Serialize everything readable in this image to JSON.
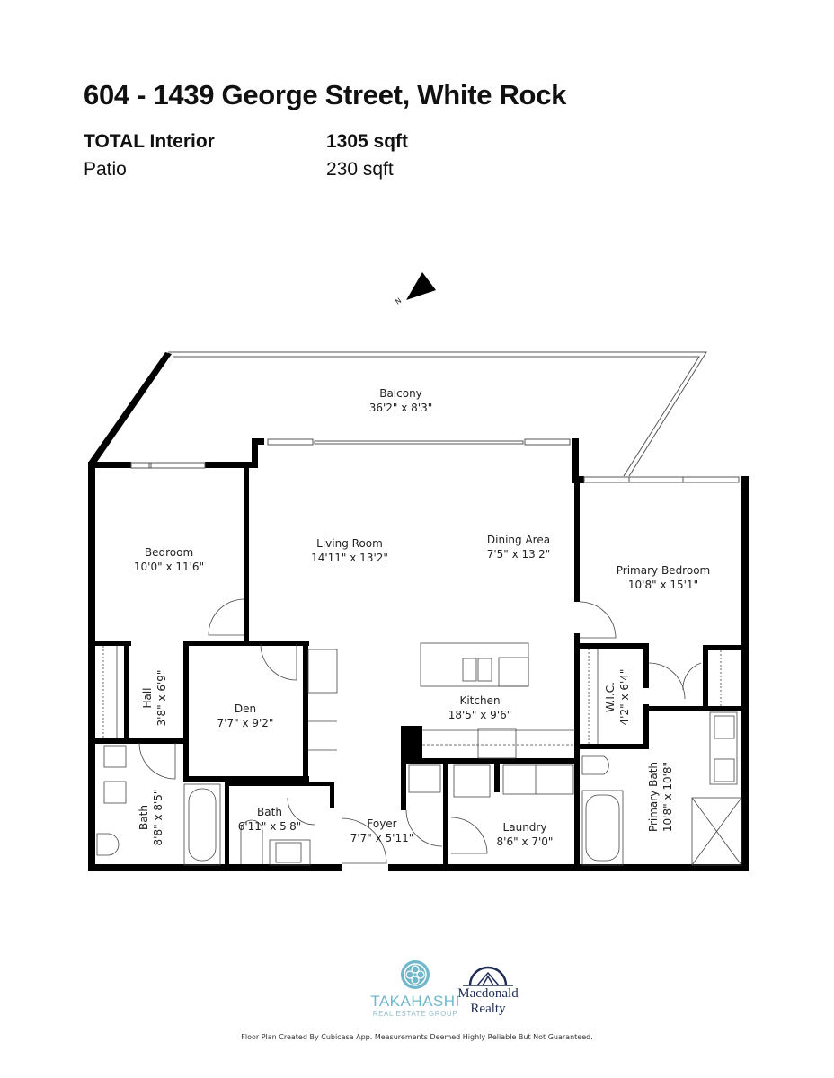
{
  "header": {
    "title": "604 - 1439 George Street, White Rock",
    "areas": [
      {
        "label": "TOTAL Interior",
        "value": "1305 sqft",
        "bold": true
      },
      {
        "label": "Patio",
        "value": "230 sqft",
        "bold": false
      }
    ]
  },
  "compass": {
    "label": "N",
    "icon": "north-arrow-icon"
  },
  "rooms": [
    {
      "name": "Balcony",
      "dims": "36'2\" x 8'3\""
    },
    {
      "name": "Bedroom",
      "dims": "10'0\" x 11'6\""
    },
    {
      "name": "Living Room",
      "dims": "14'11\" x 13'2\""
    },
    {
      "name": "Dining Area",
      "dims": "7'5\" x 13'2\""
    },
    {
      "name": "Primary Bedroom",
      "dims": "10'8\" x 15'1\""
    },
    {
      "name": "Hall",
      "dims": "3'8\" x 6'9\""
    },
    {
      "name": "Den",
      "dims": "7'7\" x 9'2\""
    },
    {
      "name": "Kitchen",
      "dims": "18'5\" x 9'6\""
    },
    {
      "name": "W.I.C.",
      "dims": "4'2\" x 6'4\""
    },
    {
      "name": "Bath",
      "dims": "8'8\" x 8'5\""
    },
    {
      "name": "Bath",
      "dims": "6'11\" x 5'8\""
    },
    {
      "name": "Foyer",
      "dims": "7'7\" x 5'11\""
    },
    {
      "name": "Laundry",
      "dims": "8'6\" x 7'0\""
    },
    {
      "name": "Primary Bath",
      "dims": "10'8\" x 10'8\""
    }
  ],
  "logos": {
    "takahashi": {
      "name": "TAKAHASHI",
      "sub": "REAL ESTATE GROUP",
      "color": "#6fb7c9"
    },
    "macdonald": {
      "name": "Macdonald",
      "sub": "Realty",
      "color": "#1f2d55"
    }
  },
  "footer": "Floor Plan Created By Cubicasa App. Measurements Deemed Highly Reliable But Not Guaranteed."
}
